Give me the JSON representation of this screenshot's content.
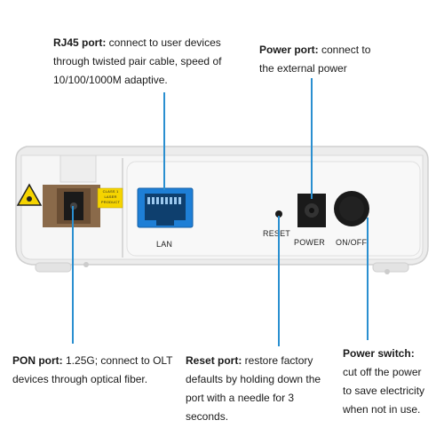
{
  "callouts": {
    "rj45": {
      "title": "RJ45 port:",
      "text_line1": " connect to user devices",
      "text_line2": "through twisted pair cable, speed of",
      "text_line3": "10/100/1000M adaptive."
    },
    "power_port": {
      "title": "Power port:",
      "text_line1": " connect to",
      "text_line2": "the external power"
    },
    "pon": {
      "title": "PON port:",
      "text_line1": " 1.25G; connect to OLT",
      "text_line2": "devices through optical fiber."
    },
    "reset": {
      "title": "Reset port:",
      "text_line1": " restore factory",
      "text_line2": "defaults by holding down the",
      "text_line3": "port with a needle for 3",
      "text_line4": "seconds."
    },
    "power_switch": {
      "title": "Power switch:",
      "text_line1": "cut off the power",
      "text_line2": "to save electricity",
      "text_line3": "when not in use."
    }
  },
  "device_labels": {
    "lan": "LAN",
    "reset": "RESET",
    "power": "POWER",
    "onoff": "ON/OFF",
    "laser_sticker_line1": "CLASS 1",
    "laser_sticker_line2": "LASER",
    "laser_sticker_line3": "PRODUCT"
  },
  "colors": {
    "leader": "#2a8fd0",
    "device_body": "#f2f2f2",
    "rj45_jack": "#1e7fd6",
    "pon_port": "#8a6a4a",
    "laser_label": "#f5d400"
  }
}
